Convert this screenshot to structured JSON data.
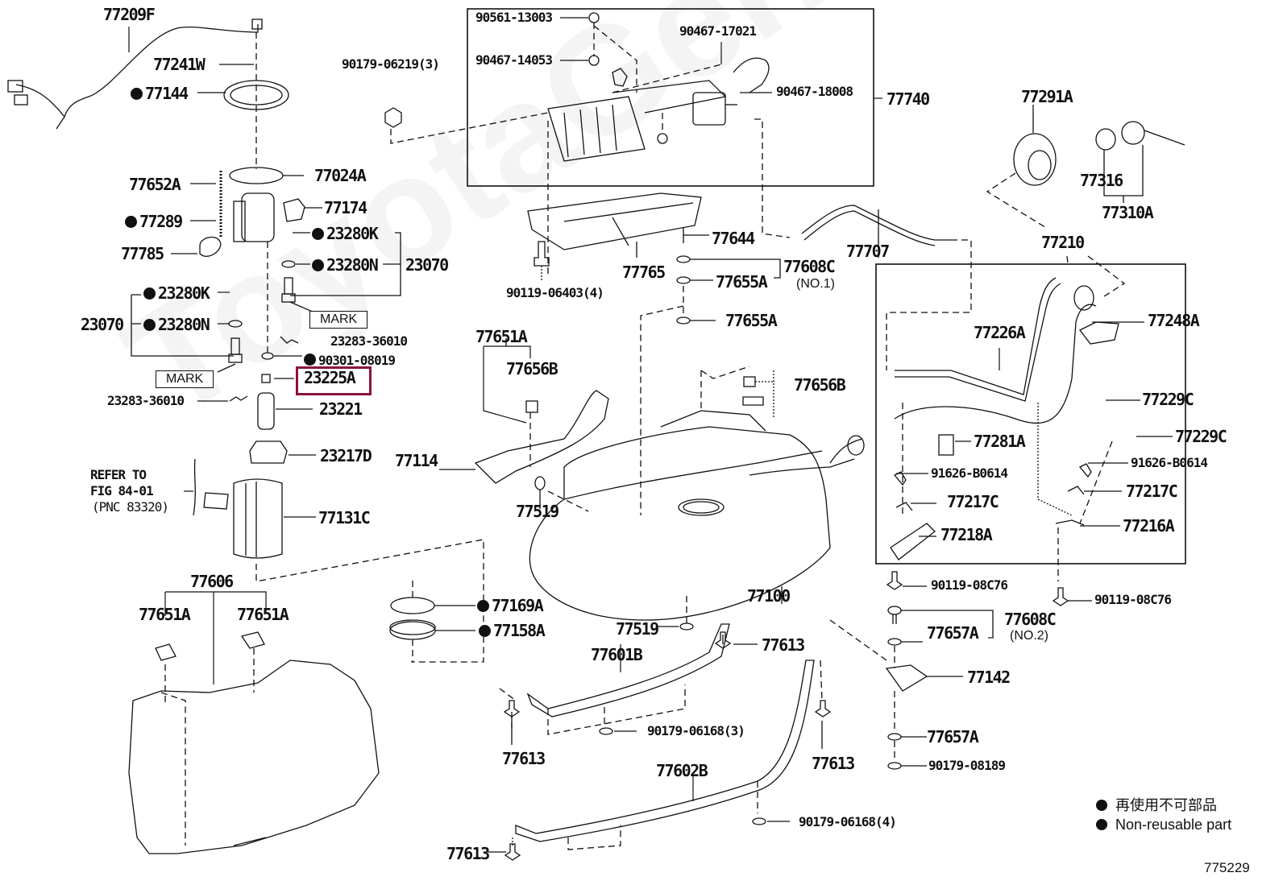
{
  "diagram": {
    "title": "Fuel Tank & Fuel Pump Assembly Parts Diagram",
    "figure_number": "775229",
    "watermark": "ToyotaGenMir.ru",
    "highlighted_part": "23225A",
    "colors": {
      "line": "#111111",
      "highlight": "#8a1538",
      "background": "#ffffff"
    },
    "mark_label": "MARK",
    "legend": {
      "japanese": "再使用不可部品",
      "english": "Non-reusable part"
    },
    "refer_note": {
      "line1": "REFER TO",
      "line2": "FIG 84-01",
      "line3": "(PNC 83320)"
    },
    "groups": {
      "canister": "77740",
      "filler_pipe": "77210",
      "tank_band_no1": "77608C",
      "tank_band_no1_sub": "(NO.1)",
      "tank_band_no2": "77608C",
      "tank_band_no2_sub": "(NO.2)"
    },
    "parts": [
      {
        "id": "77209F",
        "non_reusable": false
      },
      {
        "id": "77241W",
        "non_reusable": false
      },
      {
        "id": "77144",
        "non_reusable": true
      },
      {
        "id": "77024A",
        "non_reusable": false
      },
      {
        "id": "77652A",
        "non_reusable": false
      },
      {
        "id": "77174",
        "non_reusable": false
      },
      {
        "id": "77289",
        "non_reusable": true
      },
      {
        "id": "23280K",
        "non_reusable": true
      },
      {
        "id": "77785",
        "non_reusable": false
      },
      {
        "id": "23280N",
        "non_reusable": true
      },
      {
        "id": "23070",
        "non_reusable": false
      },
      {
        "id": "23280K",
        "non_reusable": true
      },
      {
        "id": "23070",
        "non_reusable": false
      },
      {
        "id": "23280N",
        "non_reusable": true
      },
      {
        "id": "23283-36010",
        "non_reusable": false
      },
      {
        "id": "90301-08019",
        "non_reusable": true
      },
      {
        "id": "23225A",
        "non_reusable": false
      },
      {
        "id": "23283-36010",
        "non_reusable": false
      },
      {
        "id": "23221",
        "non_reusable": false
      },
      {
        "id": "23217D",
        "non_reusable": false
      },
      {
        "id": "77131C",
        "non_reusable": false
      },
      {
        "id": "90179-06219(3)",
        "non_reusable": false
      },
      {
        "id": "90561-13003",
        "non_reusable": false
      },
      {
        "id": "90467-17021",
        "non_reusable": false
      },
      {
        "id": "90467-14053",
        "non_reusable": false
      },
      {
        "id": "90467-18008",
        "non_reusable": false
      },
      {
        "id": "77765",
        "non_reusable": false
      },
      {
        "id": "77644",
        "non_reusable": false
      },
      {
        "id": "90119-06403(4)",
        "non_reusable": false
      },
      {
        "id": "77655A",
        "non_reusable": false
      },
      {
        "id": "77655A",
        "non_reusable": false
      },
      {
        "id": "77707",
        "non_reusable": false
      },
      {
        "id": "77651A",
        "non_reusable": false
      },
      {
        "id": "77656B",
        "non_reusable": false
      },
      {
        "id": "77656B",
        "non_reusable": false
      },
      {
        "id": "77114",
        "non_reusable": false
      },
      {
        "id": "77519",
        "non_reusable": false
      },
      {
        "id": "77100",
        "non_reusable": false
      },
      {
        "id": "77291A",
        "non_reusable": false
      },
      {
        "id": "77316",
        "non_reusable": false
      },
      {
        "id": "77310A",
        "non_reusable": false
      },
      {
        "id": "77248A",
        "non_reusable": false
      },
      {
        "id": "77226A",
        "non_reusable": false
      },
      {
        "id": "77229C",
        "non_reusable": false
      },
      {
        "id": "77229C",
        "non_reusable": false
      },
      {
        "id": "77281A",
        "non_reusable": false
      },
      {
        "id": "91626-B0614",
        "non_reusable": false
      },
      {
        "id": "91626-B0614",
        "non_reusable": false
      },
      {
        "id": "77217C",
        "non_reusable": false
      },
      {
        "id": "77217C",
        "non_reusable": false
      },
      {
        "id": "77218A",
        "non_reusable": false
      },
      {
        "id": "77216A",
        "non_reusable": false
      },
      {
        "id": "90119-08C76",
        "non_reusable": false
      },
      {
        "id": "90119-08C76",
        "non_reusable": false
      },
      {
        "id": "77657A",
        "non_reusable": false
      },
      {
        "id": "77142",
        "non_reusable": false
      },
      {
        "id": "77657A",
        "non_reusable": false
      },
      {
        "id": "90179-08189",
        "non_reusable": false
      },
      {
        "id": "77606",
        "non_reusable": false
      },
      {
        "id": "77651A",
        "non_reusable": false
      },
      {
        "id": "77651A",
        "non_reusable": false
      },
      {
        "id": "77169A",
        "non_reusable": true
      },
      {
        "id": "77158A",
        "non_reusable": true
      },
      {
        "id": "77519",
        "non_reusable": false
      },
      {
        "id": "77613",
        "non_reusable": false
      },
      {
        "id": "77601B",
        "non_reusable": false
      },
      {
        "id": "77613",
        "non_reusable": false
      },
      {
        "id": "90179-06168(3)",
        "non_reusable": false
      },
      {
        "id": "77602B",
        "non_reusable": false
      },
      {
        "id": "77613",
        "non_reusable": false
      },
      {
        "id": "77613",
        "non_reusable": false
      },
      {
        "id": "90179-06168(4)",
        "non_reusable": false
      }
    ]
  }
}
